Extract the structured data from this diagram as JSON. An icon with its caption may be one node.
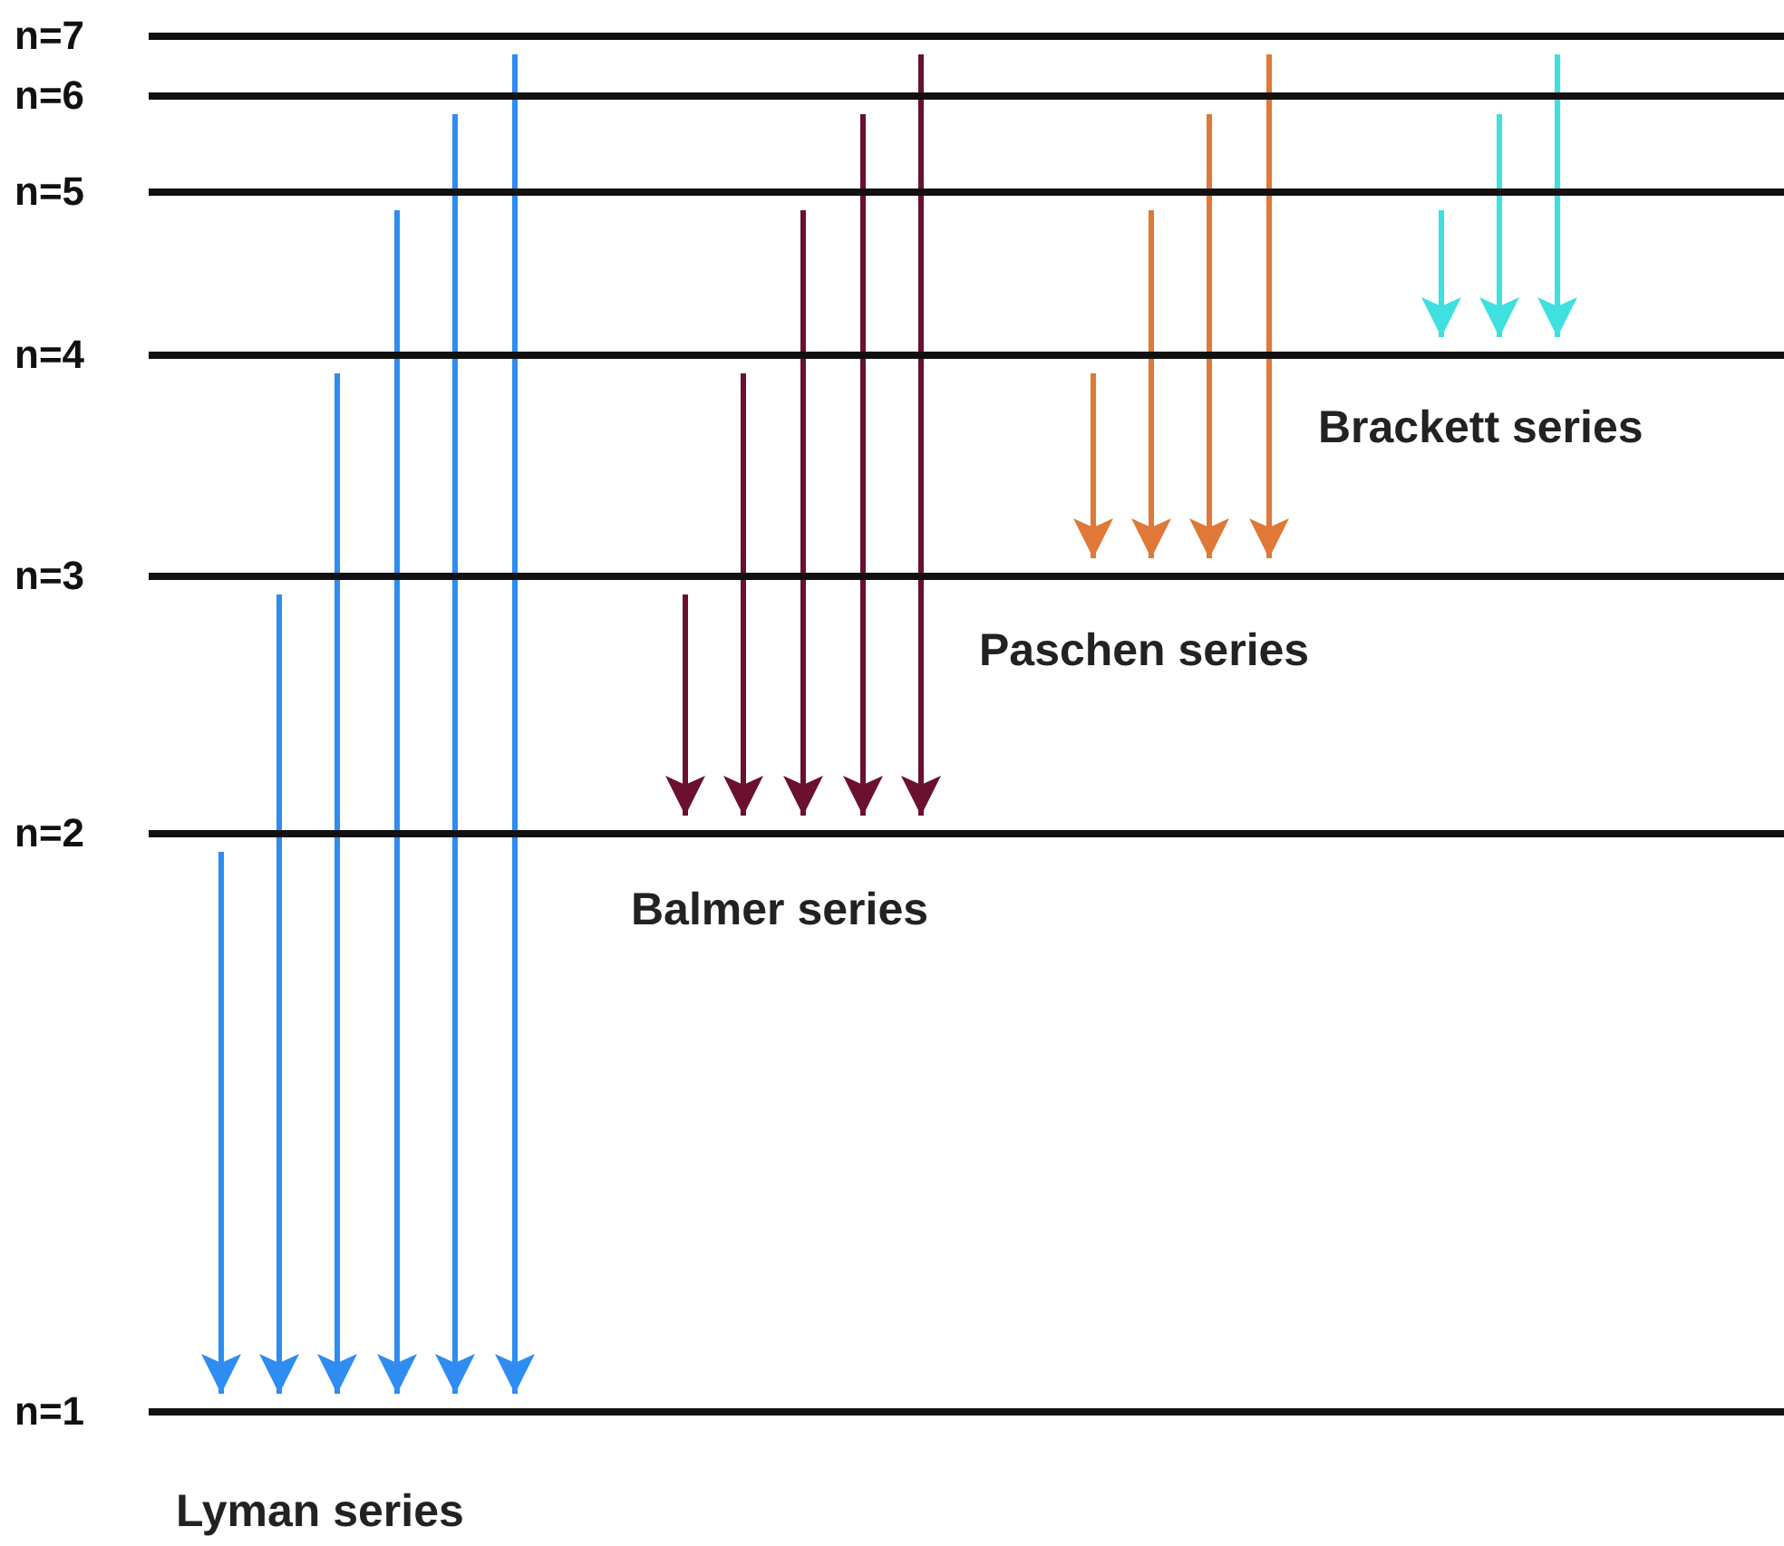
{
  "diagram": {
    "nodes": [
      {
        "text": [
          "n=7"
        ]
      },
      {
        "text": [
          "n=6"
        ]
      },
      {
        "text": [
          "n=5"
        ]
      },
      {
        "text": [
          "n=4"
        ]
      },
      {
        "text": [
          "n=3"
        ]
      },
      {
        "text": [
          "n=2"
        ]
      },
      {
        "text": [
          "n=1"
        ]
      }
    ],
    "edges": [
      {
        "from": 5,
        "to": 6,
        "arrow": "to"
      },
      {
        "from": 4,
        "to": 6,
        "arrow": "to"
      },
      {
        "from": 3,
        "to": 6,
        "arrow": "to"
      },
      {
        "from": 2,
        "to": 6,
        "arrow": "to"
      },
      {
        "from": 1,
        "to": 6,
        "arrow": "to"
      },
      {
        "from": 0,
        "to": 6,
        "arrow": "to"
      },
      {
        "from": 4,
        "to": 5,
        "arrow": "to",
        "color": "#6b1030"
      },
      {
        "from": 3,
        "to": 5,
        "arrow": "to",
        "color": "#6b1030"
      },
      {
        "from": 2,
        "to": 5,
        "arrow": "to",
        "color": "#6b1030"
      },
      {
        "from": 1,
        "to": 5,
        "arrow": "to",
        "color": "#6b1030"
      },
      {
        "from": 0,
        "to": 5,
        "arrow": "to",
        "color": "#6b1030"
      },
      {
        "from": 3,
        "to": 4,
        "arrow": "to",
        "color": "#e07838"
      },
      {
        "from": 2,
        "to": 4,
        "arrow": "to",
        "color": "#e07838"
      },
      {
        "from": 1,
        "to": 4,
        "arrow": "to",
        "color": "#e07838"
      },
      {
        "from": 0,
        "to": 4,
        "arrow": "to",
        "color": "#e07838"
      },
      {
        "from": 2,
        "to": 3,
        "arrow": "to",
        "color": "#3ee0e0"
      },
      {
        "from": 1,
        "to": 3,
        "arrow": "to",
        "color": "#3ee0e0"
      },
      {
        "from": 0,
        "to": 3,
        "arrow": "to",
        "color": "#3ee0e0"
      }
    ],
    "labels": [
      "Brackett series",
      "Paschen series",
      "Balmer series",
      "Lyman series"
    ]
  }
}
